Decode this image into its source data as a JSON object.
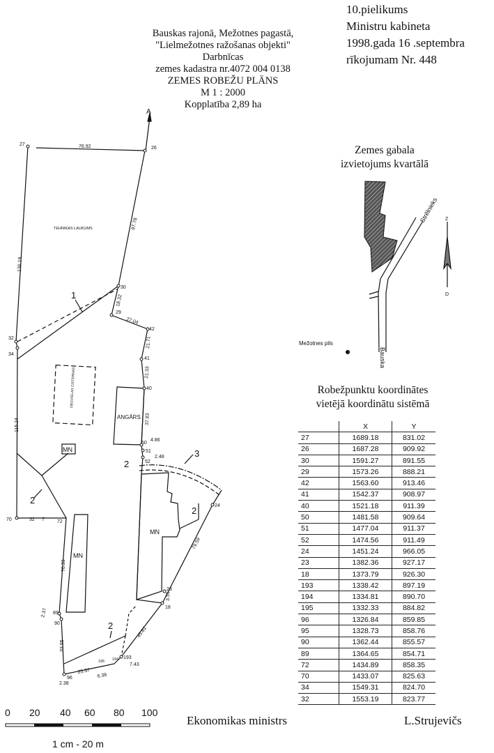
{
  "appendix": {
    "line1": "10.pielikums",
    "line2": "Ministru kabineta",
    "line3": "1998.gada  16 .septembra",
    "line4": "rīkojumam Nr. 448"
  },
  "title": {
    "location": "Bauskas rajonā, Mežotnes pagastā,",
    "object": "\"Lielmežotnes ražošanas objekti\"",
    "name": "Darbnīcas",
    "cadastre": "zemes kadastra nr.4072 004 0138",
    "heading": "ZEMES ROBEŽU PLĀNS",
    "scale": "M 1 : 2000",
    "area": "Kopplatība 2,89 ha"
  },
  "plan": {
    "north_label": "A",
    "points": {
      "p27": "27",
      "p26": "26",
      "p30": "30",
      "p29": "29",
      "p42": "42",
      "p41": "41",
      "p40": "40",
      "p50": "50",
      "p51": "51",
      "p52": "52",
      "p24": "24",
      "p23": "23",
      "p18": "18",
      "p193": "193",
      "p194": "194",
      "p195": "195",
      "p96": "96",
      "p90": "90",
      "p89": "89",
      "p72": "72",
      "p70": "70",
      "p32": "32",
      "p34": "34"
    },
    "distances": {
      "d27_26": "76.92",
      "d26_30": "97.78",
      "d30_29": "18.32",
      "d29_42": "27.04",
      "d42_41": "21.71",
      "d41_40": "21.33",
      "d40_50": "37.83",
      "d50_51": "4.86",
      "d52": "2.48",
      "d27_32": "136.19",
      "d34_70": "115.24",
      "d70_72a": "32",
      "d70_72b": "7",
      "d72_89": "70.33",
      "d89_90": "2.37",
      "d90_96": "33.55",
      "d96": "2.38",
      "d96_195": "25.57",
      "d195_194": "6.38",
      "d193": "7.43",
      "d193_18": "45.81",
      "d18_23": "3.51",
      "d24_18": "79.59"
    },
    "areas": {
      "field": "TEHNIKAS LAUKUMS",
      "tank": "DEGVIELAS CISTERNAS",
      "hangar": "ANGĀRS",
      "mn1": "MN",
      "mn2": "MN",
      "mn3": "MN"
    },
    "servitudes": {
      "s1": "1",
      "s2a": "2",
      "s2b": "2",
      "s2c": "2",
      "s2d": "2",
      "s3": "3"
    }
  },
  "inset": {
    "title1": "Zemes gabala",
    "title2": "izvietojums kvartālā",
    "road1": "Strēlnieks",
    "road2": "Bauska",
    "landmark": "Mežotnes pils",
    "compass_n": "Z",
    "compass_s": "D"
  },
  "coords": {
    "title1": "Robežpunktu koordinātes",
    "title2": "vietējā  koordinātu sistēmā",
    "headers": [
      "",
      "X",
      "Y"
    ],
    "rows": [
      [
        "27",
        "1689.18",
        "831.02"
      ],
      [
        "26",
        "1687.28",
        "909.92"
      ],
      [
        "30",
        "1591.27",
        "891.55"
      ],
      [
        "29",
        "1573.26",
        "888.21"
      ],
      [
        "42",
        "1563.60",
        "913.46"
      ],
      [
        "41",
        "1542.37",
        "908.97"
      ],
      [
        "40",
        "1521.18",
        "911.39"
      ],
      [
        "50",
        "1481.58",
        "909.64"
      ],
      [
        "51",
        "1477.04",
        "911.37"
      ],
      [
        "52",
        "1474.56",
        "911.49"
      ],
      [
        "24",
        "1451.24",
        "966.05"
      ],
      [
        "23",
        "1382.36",
        "927.17"
      ],
      [
        "18",
        "1373.79",
        "926.30"
      ],
      [
        "193",
        "1338.42",
        "897.19"
      ],
      [
        "194",
        "1334.81",
        "890.70"
      ],
      [
        "195",
        "1332.33",
        "884.82"
      ],
      [
        "96",
        "1326.84",
        "859.85"
      ],
      [
        "95",
        "1328.73",
        "858.76"
      ],
      [
        "90",
        "1362.44",
        "855.57"
      ],
      [
        "89",
        "1364.65",
        "854.71"
      ],
      [
        "72",
        "1434.89",
        "858.35"
      ],
      [
        "70",
        "1433.07",
        "825.63"
      ],
      [
        "34",
        "1549.31",
        "824.70"
      ],
      [
        "32",
        "1553.19",
        "823.77"
      ]
    ]
  },
  "scale_bar": {
    "ticks": [
      "0",
      "20",
      "40",
      "60",
      "80",
      "100"
    ],
    "caption": "1 cm - 20 m"
  },
  "signature": {
    "role": "Ekonomikas ministrs",
    "name": "L.Strujevičs"
  }
}
